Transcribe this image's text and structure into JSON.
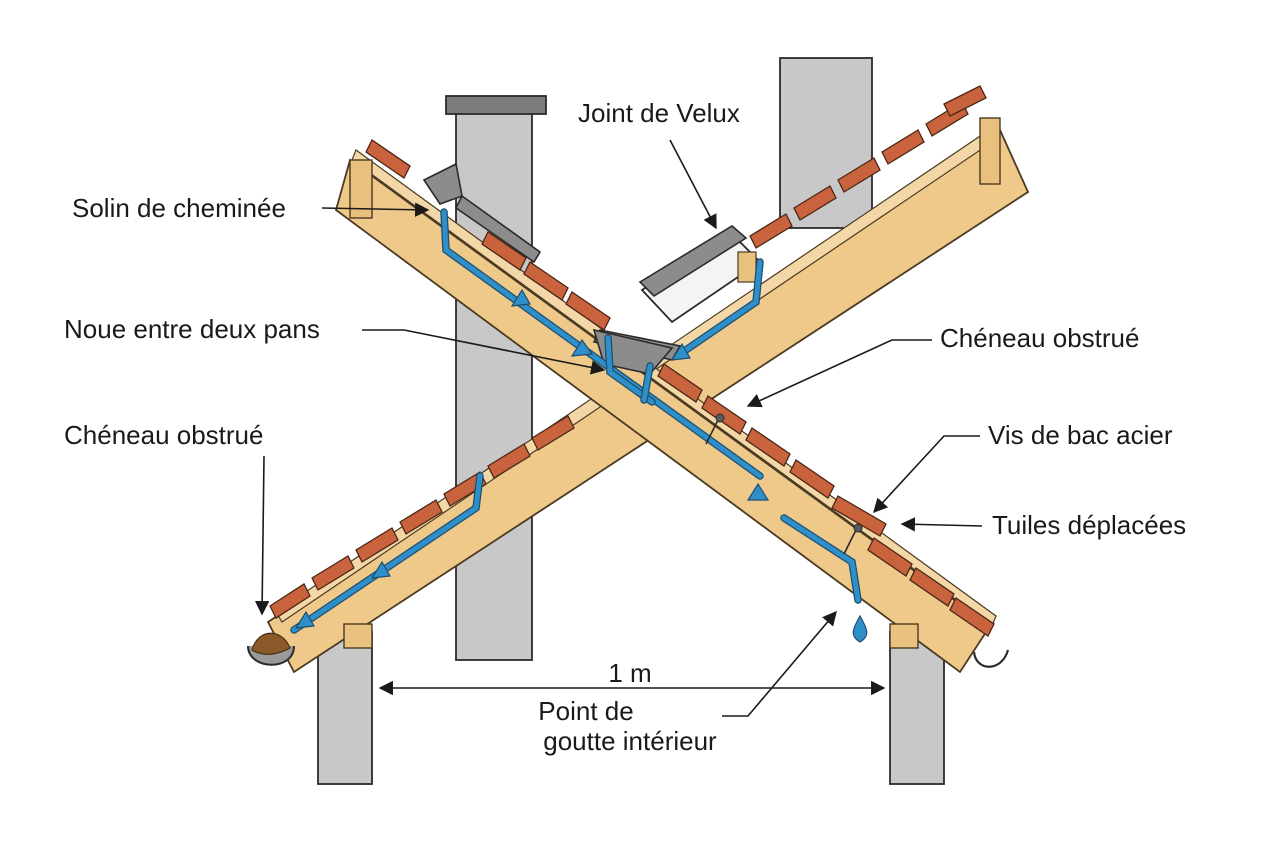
{
  "labels": {
    "joint_velux": "Joint de Velux",
    "solin": "Solin de cheminée",
    "noue": "Noue entre deux pans",
    "cheneau_right": "Chéneau obstrué",
    "cheneau_left": "Chéneau obstrué",
    "vis": "Vis de bac acier",
    "tuiles": "Tuiles déplacées",
    "dimension": "1 m",
    "point_line1": "Point de",
    "point_line2": "goutte intérieur"
  },
  "colors": {
    "timber": "#efc98a",
    "tile": "#c9633d",
    "water": "#2f8fc8",
    "concrete": "#c8c8c8",
    "flashing": "#8c8c8c",
    "debris": "#8b5a2b"
  },
  "icons": [
    "water-drop-icon",
    "screw-icon",
    "gutter-hook-icon",
    "debris-icon"
  ]
}
